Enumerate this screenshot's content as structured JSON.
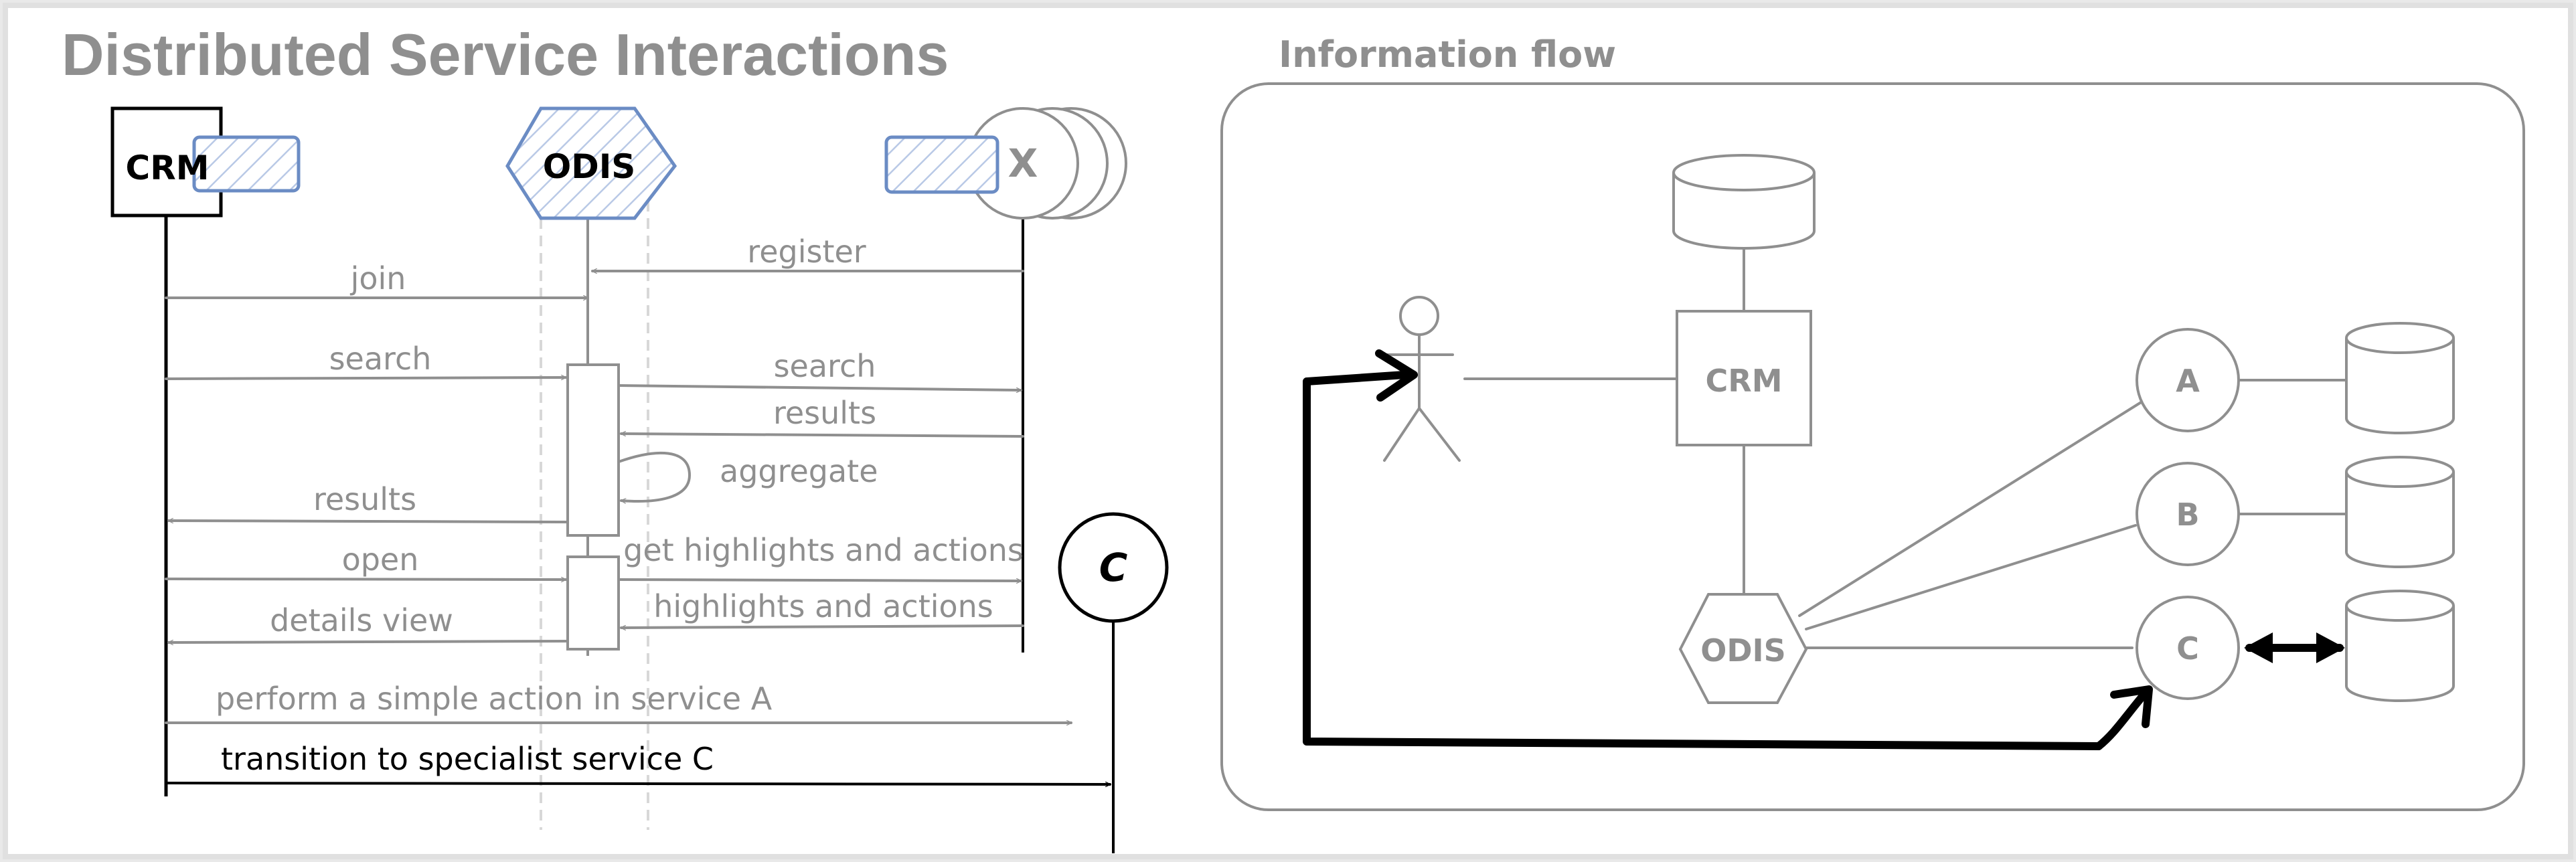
{
  "left_panel": {
    "title": "Distributed Service Interactions",
    "participants": {
      "crm": "CRM",
      "odis": "ODIS",
      "x": "X",
      "c": "C"
    },
    "messages": [
      {
        "label": "join"
      },
      {
        "label": "register"
      },
      {
        "label": "search"
      },
      {
        "label": "search"
      },
      {
        "label": "results"
      },
      {
        "label": "aggregate"
      },
      {
        "label": "results"
      },
      {
        "label": "open"
      },
      {
        "label": "get highlights and actions"
      },
      {
        "label": "highlights and actions"
      },
      {
        "label": "details view"
      },
      {
        "label": "perform a simple action in service A"
      },
      {
        "label": "transition to specialist service C"
      }
    ]
  },
  "right_panel": {
    "title": "Information flow",
    "nodes": {
      "crm": "CRM",
      "odis": "ODIS",
      "a": "A",
      "b": "B",
      "c": "C"
    }
  },
  "colors": {
    "gray": "#8f8f8f",
    "blue": "#6b8cc4",
    "black": "#000000",
    "background": "#ffffff"
  }
}
